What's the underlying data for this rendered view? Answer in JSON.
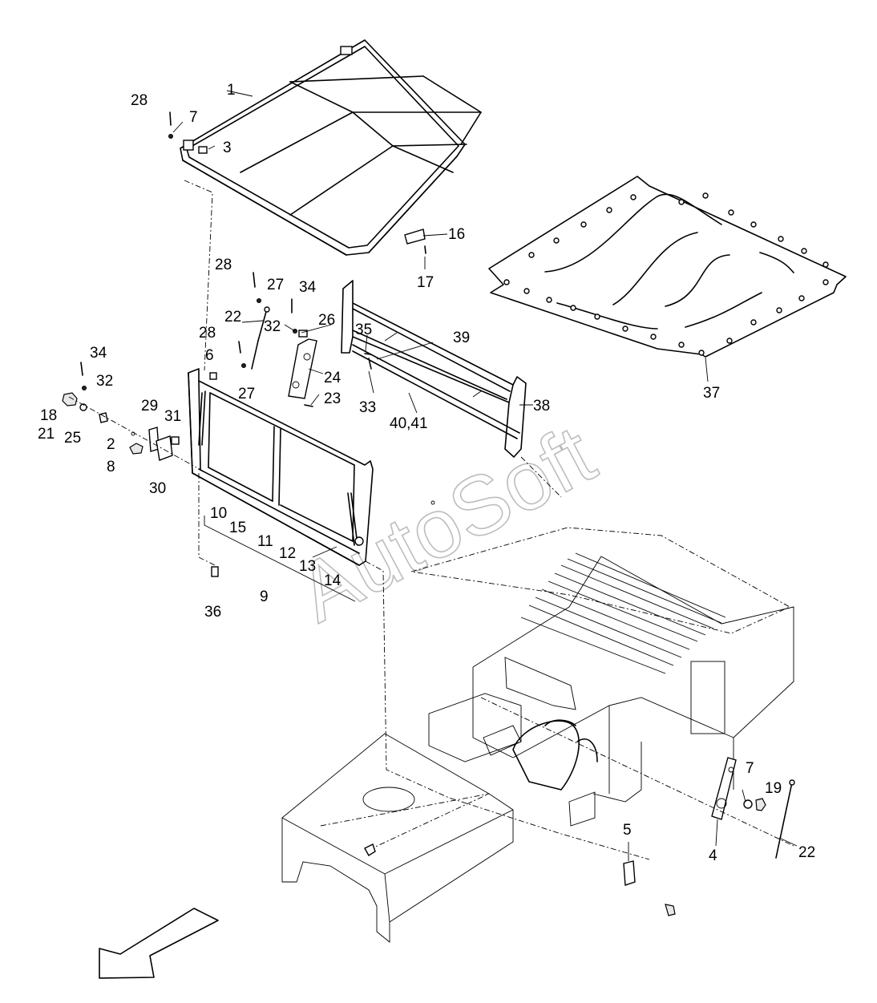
{
  "watermark": "AutoSoft",
  "callouts": [
    {
      "id": "c1",
      "text": "1"
    },
    {
      "id": "c2",
      "text": "2"
    },
    {
      "id": "c3",
      "text": "3"
    },
    {
      "id": "c4",
      "text": "4"
    },
    {
      "id": "c5",
      "text": "5"
    },
    {
      "id": "c6",
      "text": "6"
    },
    {
      "id": "c7a",
      "text": "7"
    },
    {
      "id": "c7b",
      "text": "7"
    },
    {
      "id": "c8",
      "text": "8"
    },
    {
      "id": "c9",
      "text": "9"
    },
    {
      "id": "c10",
      "text": "10"
    },
    {
      "id": "c11",
      "text": "11"
    },
    {
      "id": "c12",
      "text": "12"
    },
    {
      "id": "c13",
      "text": "13"
    },
    {
      "id": "c14",
      "text": "14"
    },
    {
      "id": "c15",
      "text": "15"
    },
    {
      "id": "c16",
      "text": "16"
    },
    {
      "id": "c17",
      "text": "17"
    },
    {
      "id": "c18",
      "text": "18"
    },
    {
      "id": "c19",
      "text": "19"
    },
    {
      "id": "c21",
      "text": "21"
    },
    {
      "id": "c22a",
      "text": "22"
    },
    {
      "id": "c22b",
      "text": "22"
    },
    {
      "id": "c23",
      "text": "23"
    },
    {
      "id": "c24",
      "text": "24"
    },
    {
      "id": "c25",
      "text": "25"
    },
    {
      "id": "c26",
      "text": "26"
    },
    {
      "id": "c27a",
      "text": "27"
    },
    {
      "id": "c27b",
      "text": "27"
    },
    {
      "id": "c28a",
      "text": "28"
    },
    {
      "id": "c28b",
      "text": "28"
    },
    {
      "id": "c28c",
      "text": "28"
    },
    {
      "id": "c29",
      "text": "29"
    },
    {
      "id": "c30",
      "text": "30"
    },
    {
      "id": "c31",
      "text": "31"
    },
    {
      "id": "c32a",
      "text": "32"
    },
    {
      "id": "c32b",
      "text": "32"
    },
    {
      "id": "c33",
      "text": "33"
    },
    {
      "id": "c34a",
      "text": "34"
    },
    {
      "id": "c34b",
      "text": "34"
    },
    {
      "id": "c35",
      "text": "35"
    },
    {
      "id": "c36",
      "text": "36"
    },
    {
      "id": "c37",
      "text": "37"
    },
    {
      "id": "c38",
      "text": "38"
    },
    {
      "id": "c39",
      "text": "39"
    },
    {
      "id": "c4041",
      "text": "40,41"
    }
  ]
}
